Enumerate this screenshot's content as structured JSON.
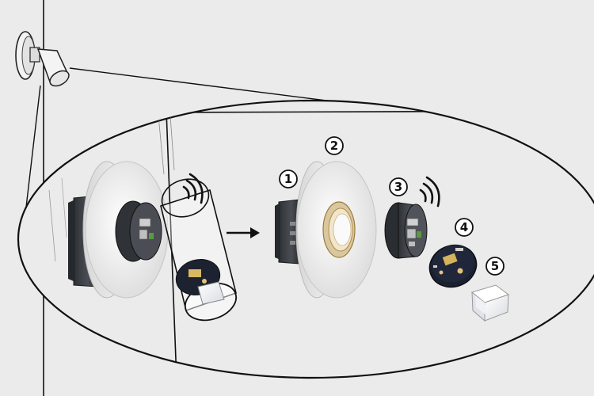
{
  "diagram": {
    "callouts": [
      {
        "id": "c1",
        "label": "1"
      },
      {
        "id": "c2",
        "label": "2"
      },
      {
        "id": "c3",
        "label": "3"
      },
      {
        "id": "c4",
        "label": "4"
      },
      {
        "id": "c5",
        "label": "5"
      }
    ],
    "icons": {
      "wall_light": "wall-spotlight-icon",
      "signal_left": "wireless-signal-icon",
      "signal_right": "wireless-signal-icon",
      "arrow": "right-arrow-icon"
    },
    "colors": {
      "background": "#ebebeb",
      "outline": "#111111",
      "ellipse_fill": "#ebebeb",
      "housing_dark": "#3d4045",
      "cover_white": "#f7f7f7",
      "ring_gold": "#c9a86a"
    }
  }
}
